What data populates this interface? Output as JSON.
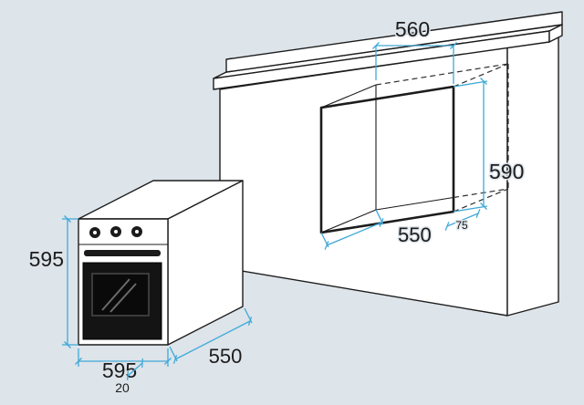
{
  "diagram": {
    "colors": {
      "background": "#dde4ea",
      "line": "#1c1c1c",
      "dimension": "#3fa9d8",
      "door": "#141414"
    },
    "cabinet": {
      "niche_width_mm": "560",
      "niche_height_mm": "590",
      "rear_gap_mm": "75",
      "niche_depth_mm": "550"
    },
    "oven": {
      "height_mm": "595",
      "width_mm": "595",
      "depth_mm": "550",
      "clearance_mm": "20"
    }
  }
}
